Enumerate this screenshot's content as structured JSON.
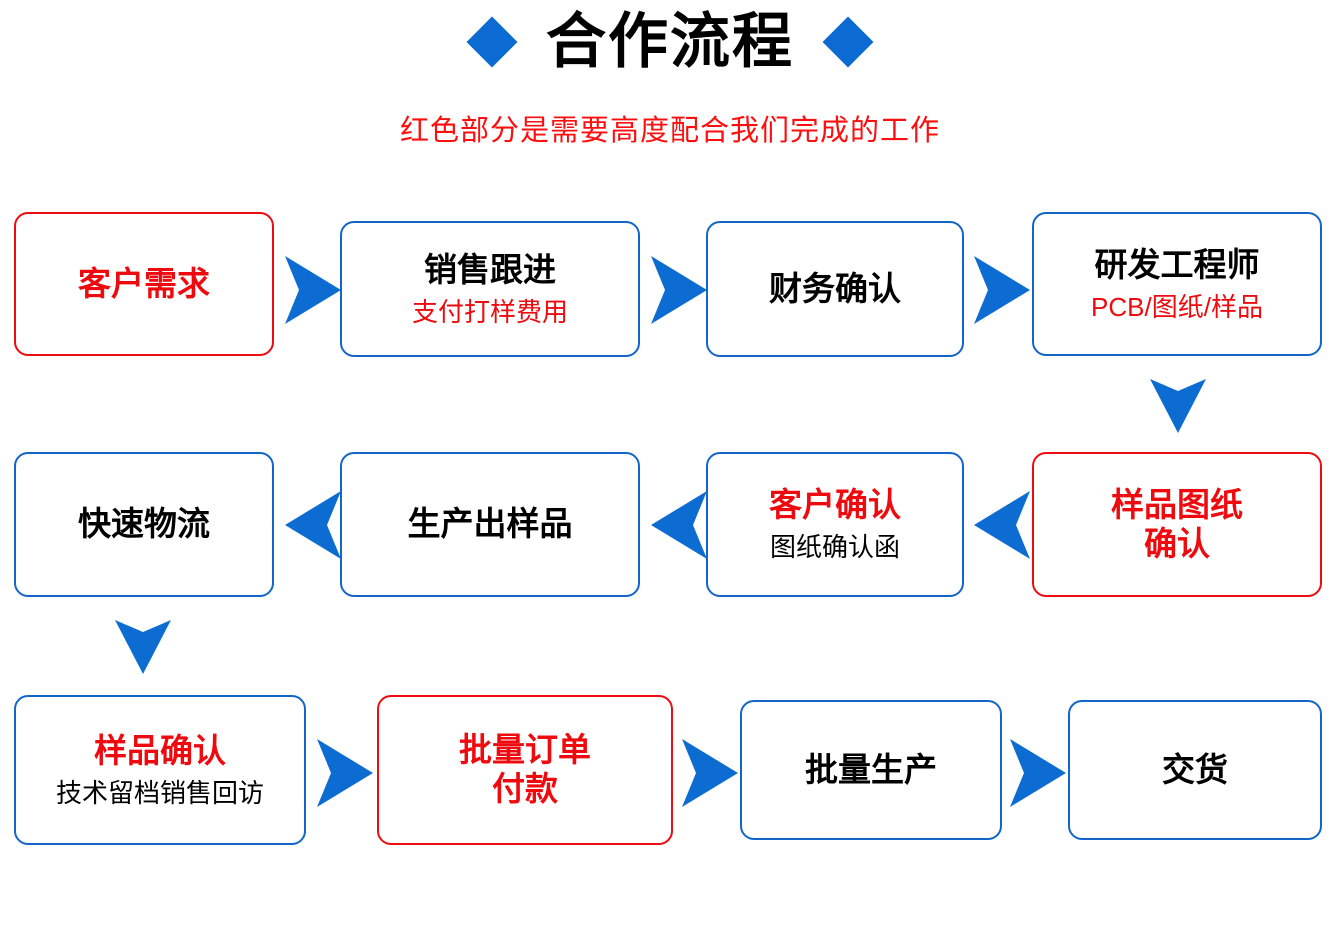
{
  "header": {
    "title": "合作流程",
    "subtitle": "红色部分是需要高度配合我们完成的工作",
    "left_diamond_icon": "diamond-icon",
    "right_diamond_icon": "diamond-icon",
    "title_color": "#000000",
    "subtitle_color": "#fb0f0f",
    "accent_color": "#0b6bd3"
  },
  "theme": {
    "blue": "#1366c8",
    "red": "#ee0b0f",
    "arrow_blue": "#0d6cd2",
    "background": "#ffffff"
  },
  "nodes": [
    {
      "id": "customer-requirement",
      "main": "客户需求",
      "sub": "",
      "border": "red",
      "main_color": "red",
      "sub_color": "none",
      "row": 1
    },
    {
      "id": "sales-follow-up",
      "main": "销售跟进",
      "sub": "支付打样费用",
      "border": "blue",
      "main_color": "black",
      "sub_color": "red",
      "row": 1
    },
    {
      "id": "finance-confirmation",
      "main": "财务确认",
      "sub": "",
      "border": "blue",
      "main_color": "black",
      "sub_color": "none",
      "row": 1
    },
    {
      "id": "rd-engineer",
      "main": "研发工程师",
      "sub": "PCB/图纸/样品",
      "border": "blue",
      "main_color": "black",
      "sub_color": "red",
      "row": 1
    },
    {
      "id": "fast-logistics",
      "main": "快速物流",
      "sub": "",
      "border": "blue",
      "main_color": "black",
      "sub_color": "none",
      "row": 2
    },
    {
      "id": "produce-sample",
      "main": "生产出样品",
      "sub": "",
      "border": "blue",
      "main_color": "black",
      "sub_color": "none",
      "row": 2
    },
    {
      "id": "customer-confirmation",
      "main": "客户确认",
      "sub": "图纸确认函",
      "border": "blue",
      "main_color": "red",
      "sub_color": "black",
      "row": 2
    },
    {
      "id": "sample-drawing-confirmation",
      "main": "样品图纸\n确认",
      "sub": "",
      "border": "red",
      "main_color": "red",
      "sub_color": "none",
      "row": 2
    },
    {
      "id": "sample-confirmation",
      "main": "样品确认",
      "sub": "技术留档销售回访",
      "border": "blue",
      "main_color": "red",
      "sub_color": "black",
      "row": 3
    },
    {
      "id": "bulk-order-payment",
      "main": "批量订单\n付款",
      "sub": "",
      "border": "red",
      "main_color": "red",
      "sub_color": "none",
      "row": 3
    },
    {
      "id": "mass-production",
      "main": "批量生产",
      "sub": "",
      "border": "blue",
      "main_color": "black",
      "sub_color": "none",
      "row": 3
    },
    {
      "id": "delivery",
      "main": "交货",
      "sub": "",
      "border": "blue",
      "main_color": "black",
      "sub_color": "none",
      "row": 3
    }
  ],
  "connectors": [
    {
      "id": "arrow-customer-to-sales",
      "direction": "right"
    },
    {
      "id": "arrow-sales-to-finance",
      "direction": "right"
    },
    {
      "id": "arrow-finance-to-rd",
      "direction": "right"
    },
    {
      "id": "arrow-rd-to-sample-drawing",
      "direction": "down"
    },
    {
      "id": "arrow-sample-drawing-to-customer",
      "direction": "left"
    },
    {
      "id": "arrow-customer-to-produce",
      "direction": "left"
    },
    {
      "id": "arrow-produce-to-logistics",
      "direction": "left"
    },
    {
      "id": "arrow-logistics-to-sample-confirmation",
      "direction": "down"
    },
    {
      "id": "arrow-sample-to-bulk-order",
      "direction": "right"
    },
    {
      "id": "arrow-bulk-order-to-production",
      "direction": "right"
    },
    {
      "id": "arrow-production-to-delivery",
      "direction": "right"
    }
  ]
}
